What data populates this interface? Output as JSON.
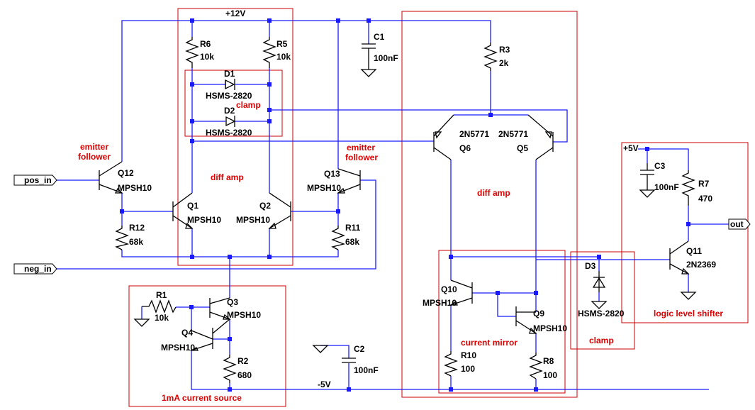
{
  "rails": {
    "vcc": "+12V",
    "vee": "-5V",
    "vlogic": "+5V"
  },
  "ports": {
    "pos_in": "pos_in",
    "neg_in": "neg_in",
    "out": "out"
  },
  "blocks": {
    "emitter_follower_left_1": "emitter",
    "emitter_follower_left_2": "follower",
    "emitter_follower_right_1": "emitter",
    "emitter_follower_right_2": "follower",
    "diff_amp_1": "diff amp",
    "clamp_1": "clamp",
    "current_source": "1mA current source",
    "diff_amp_2": "diff amp",
    "current_mirror": "current mirror",
    "clamp_2": "clamp",
    "level_shifter": "logic level shifter"
  },
  "parts": {
    "R6": {
      "ref": "R6",
      "val": "10k"
    },
    "R5": {
      "ref": "R5",
      "val": "10k"
    },
    "D1": {
      "ref": "D1",
      "val": "HSMS-2820"
    },
    "D2": {
      "ref": "D2",
      "val": "HSMS-2820"
    },
    "C1": {
      "ref": "C1",
      "val": "100nF"
    },
    "R3": {
      "ref": "R3",
      "val": "2k"
    },
    "Q12": {
      "ref": "Q12",
      "val": "MPSH10"
    },
    "Q13": {
      "ref": "Q13",
      "val": "MPSH10"
    },
    "Q1": {
      "ref": "Q1",
      "val": "MPSH10"
    },
    "Q2": {
      "ref": "Q2",
      "val": "MPSH10"
    },
    "R12": {
      "ref": "R12",
      "val": "68k"
    },
    "R11": {
      "ref": "R11",
      "val": "68k"
    },
    "Q6": {
      "ref": "Q6",
      "val": "2N5771"
    },
    "Q5": {
      "ref": "Q5",
      "val": "2N5771"
    },
    "R1": {
      "ref": "R1",
      "val": "10k"
    },
    "Q3": {
      "ref": "Q3",
      "val": "MPSH10"
    },
    "Q4": {
      "ref": "Q4",
      "val": "MPSH10"
    },
    "R2": {
      "ref": "R2",
      "val": "680"
    },
    "C2": {
      "ref": "C2",
      "val": "100nF"
    },
    "Q10": {
      "ref": "Q10",
      "val": "MPSH10"
    },
    "Q9": {
      "ref": "Q9",
      "val": "MPSH10"
    },
    "R10": {
      "ref": "R10",
      "val": "100"
    },
    "R8": {
      "ref": "R8",
      "val": "100"
    },
    "D3": {
      "ref": "D3",
      "val": "HSMS-2820"
    },
    "C3": {
      "ref": "C3",
      "val": "100nF"
    },
    "R7": {
      "ref": "R7",
      "val": "470"
    },
    "Q11": {
      "ref": "Q11",
      "val": "2N2369"
    }
  },
  "colors": {
    "wire": "#1a1aff",
    "component": "#000000",
    "block_outline": "#cc0000",
    "block_label": "#dd0000"
  }
}
